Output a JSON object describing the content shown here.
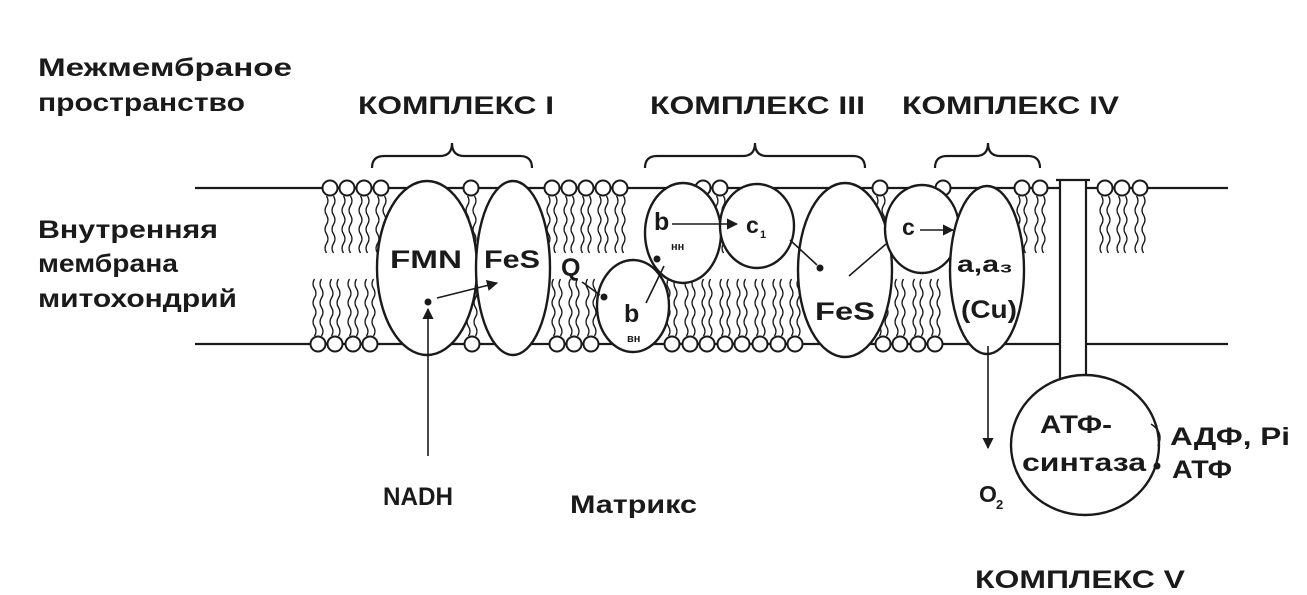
{
  "diagram": {
    "intermembrane_label": {
      "line1": "Межмембраное",
      "line2": "пространство"
    },
    "inner_membrane_label": {
      "line1": "Внутренняя",
      "line2": "мембрана",
      "line3": "митохондрий"
    },
    "matrix_label": "Матрикс",
    "complexes": {
      "c1": "КОМПЛЕКС I",
      "c3": "КОМПЛЕКС III",
      "c4": "КОМПЛЕКС IV",
      "c5": "КОМПЛЕКС V"
    },
    "carriers": {
      "fmn": "FMN",
      "fes_complex1": "FeS",
      "q": "Q",
      "b_upper": "b",
      "b_upper_sub": "нн",
      "b_lower": "b",
      "b_lower_sub": "вн",
      "c1": "c",
      "c1_sub": "1",
      "fes_complex3": "FeS",
      "c": "c",
      "aa3": "a,a₃",
      "cu": "(Cu)",
      "atp_synthase_line1": "АТФ-",
      "atp_synthase_line2": "синтаза"
    },
    "substrates": {
      "nadh": "NADH",
      "o2": "O",
      "o2_sub": "2",
      "adp_pi": "АДФ, Pi",
      "atp": "АТФ"
    }
  },
  "colors": {
    "stroke": "#1a1a1a",
    "background": "#ffffff"
  }
}
